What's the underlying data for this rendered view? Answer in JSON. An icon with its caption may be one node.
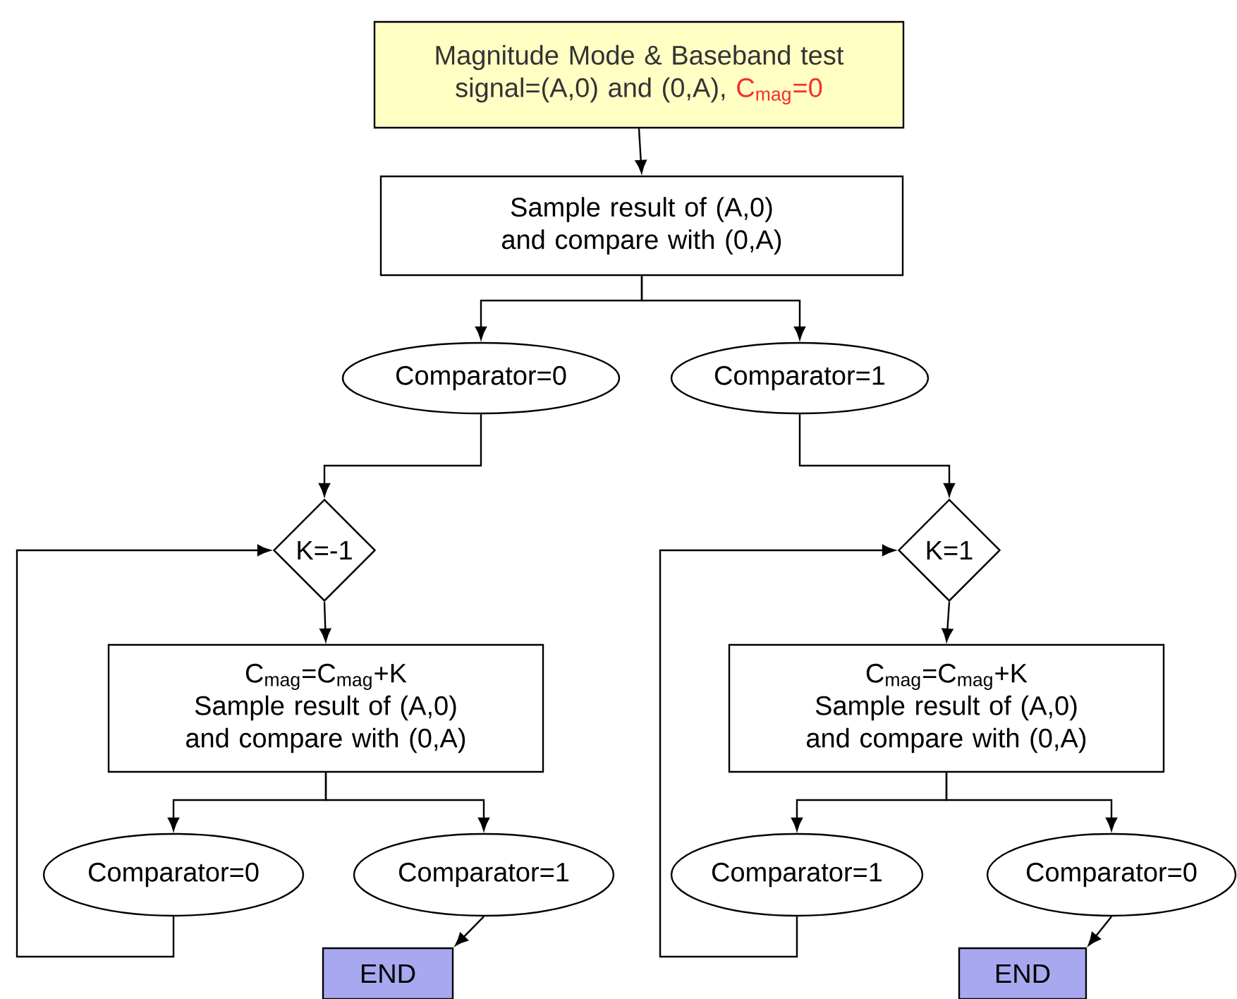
{
  "diagram": {
    "nodes": [
      {
        "text": [
          "Magnitude Mode & Baseband test signal=(A,0) and (0,A),",
          "C$_{mag}$=0"
        ]
      },
      {
        "text": [
          "Sample result of (A,0) and compare with (0,A)"
        ]
      },
      {
        "text": [
          "Comparator=0"
        ]
      },
      {
        "text": [
          "Comparator=1"
        ]
      },
      {
        "text": [
          "K=-1"
        ]
      },
      {
        "text": [
          "K=1"
        ]
      },
      {
        "text": [
          "C$_{mag}$=C$_{mag}$+K",
          "Sample result of (A,0) and compare with (0,A)"
        ]
      },
      {
        "text": [
          "C$_{mag}$=C$_{mag}$+K",
          "Sample result of (A,0) and compare with (0,A)"
        ]
      },
      {
        "text": [
          "Comparator=0"
        ]
      },
      {
        "text": [
          "Comparator=1"
        ]
      },
      {
        "text": [
          "Comparator=1"
        ]
      },
      {
        "text": [
          "Comparator=0"
        ]
      },
      {
        "text": [
          "END"
        ]
      },
      {
        "text": [
          "END"
        ]
      }
    ],
    "edges": [
      {
        "from": 0,
        "to": 1,
        "arrow": "to"
      },
      {
        "from": 1,
        "to": 2,
        "arrow": "to"
      },
      {
        "from": 1,
        "to": 3,
        "arrow": "to"
      },
      {
        "from": 2,
        "to": 4,
        "arrow": "to"
      },
      {
        "from": 3,
        "to": 5,
        "arrow": "to"
      },
      {
        "from": 4,
        "to": 6,
        "arrow": "to"
      },
      {
        "from": 5,
        "to": 7,
        "arrow": "to"
      },
      {
        "from": 6,
        "to": 8,
        "arrow": "to"
      },
      {
        "from": 6,
        "to": 9,
        "arrow": "to"
      },
      {
        "from": 7,
        "to": 10,
        "arrow": "to"
      },
      {
        "from": 7,
        "to": 11,
        "arrow": "to"
      },
      {
        "from": 8,
        "to": 4,
        "arrow": "to"
      },
      {
        "from": 9,
        "to": 12,
        "arrow": "to"
      },
      {
        "from": 10,
        "to": 5,
        "arrow": "to"
      },
      {
        "from": 11,
        "to": 13,
        "arrow": "to"
      }
    ]
  }
}
